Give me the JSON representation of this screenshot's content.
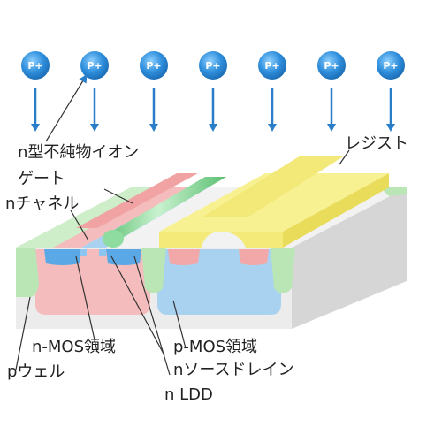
{
  "ion_symbol": "P+",
  "ion_count": 7,
  "labels": {
    "n_ion": "n型不純物イオン",
    "gate": "ゲート",
    "n_channel": "nチャネル",
    "resist": "レジスト",
    "n_mos": "n-MOS領域",
    "p_well": "pウェル",
    "p_mos": "p-MOS領域",
    "n_source_drain": "nソースドレイン",
    "n_ldd": "n LDD"
  },
  "colors": {
    "ion": "#2f8fdc",
    "arrow": "#2a7dc9",
    "substrate": "#e9e9e9",
    "p_well": "#f3b9b9",
    "n_well": "#a9d2f0",
    "oxide": "#bfe5b8",
    "gate": "#7ccf8a",
    "resist": "#f7ef8a",
    "n_region": "#5aa9e6"
  }
}
